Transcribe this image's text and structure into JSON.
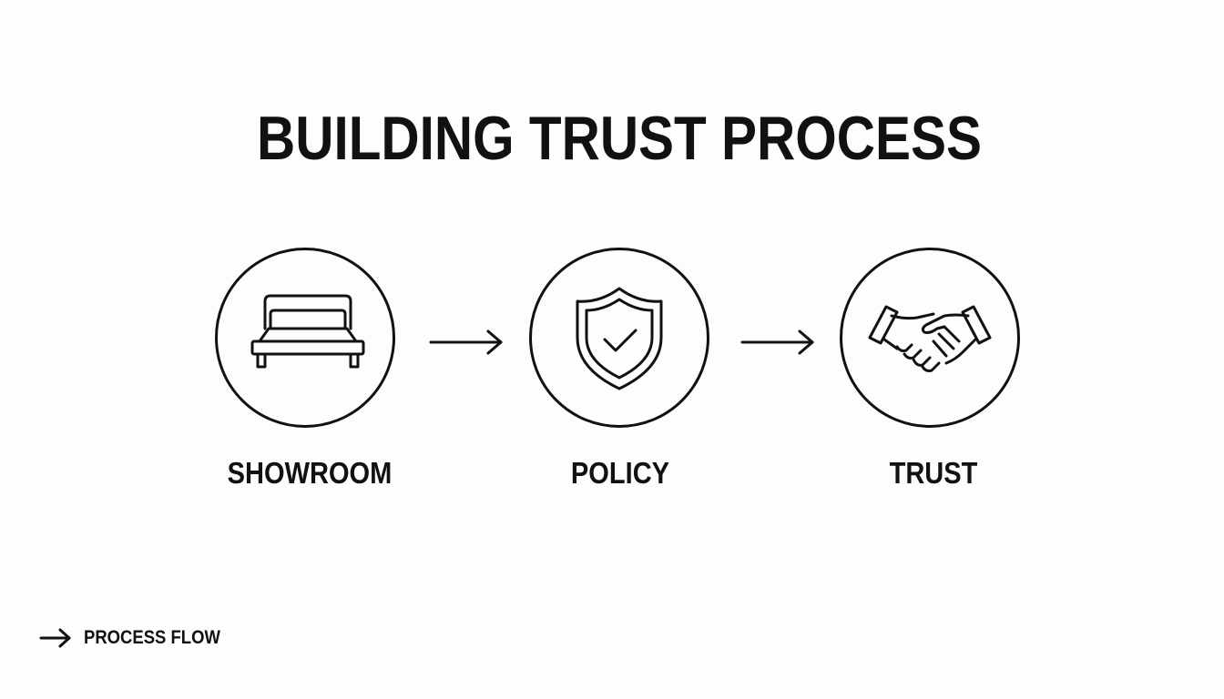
{
  "title": "BUILDING TRUST PROCESS",
  "steps": [
    {
      "label": "SHOWROOM",
      "icon": "bed-icon"
    },
    {
      "label": "POLICY",
      "icon": "shield-check-icon"
    },
    {
      "label": "TRUST",
      "icon": "handshake-icon"
    }
  ],
  "connectors": [
    "arrow-right-icon",
    "arrow-right-icon"
  ],
  "legend": {
    "icon": "arrow-right-icon",
    "label": "PROCESS FLOW"
  },
  "colors": {
    "stroke": "#111111",
    "background": "#fdfdfd"
  }
}
